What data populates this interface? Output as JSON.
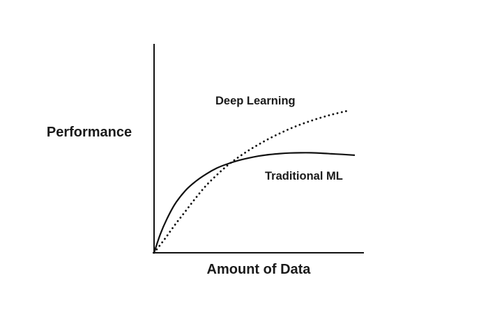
{
  "figure": {
    "background_color": "#ffffff",
    "line_color": "#111111",
    "text_color": "#1a1a1a"
  },
  "chart_data": {
    "type": "line",
    "title": "",
    "xlabel": "Amount of Data",
    "ylabel": "Performance",
    "x_range": [
      0,
      100
    ],
    "y_range": [
      0,
      100
    ],
    "grid": false,
    "tick_labels": "none (conceptual sketch, unlabeled axes)",
    "legend": "inline labels next to curves",
    "series": [
      {
        "name": "Deep Learning",
        "line_style": "dotted",
        "x": [
          0,
          5,
          10,
          15,
          20,
          25,
          30,
          35,
          40,
          45,
          50,
          55,
          60,
          65,
          70,
          75,
          80,
          85,
          92
        ],
        "y": [
          0,
          6.5,
          13.5,
          20,
          26.5,
          32.5,
          37.5,
          42,
          45.8,
          49.2,
          52.2,
          55,
          57.5,
          59.8,
          61.8,
          63.6,
          65.2,
          66.6,
          68.3
        ]
      },
      {
        "name": "Traditional ML",
        "line_style": "solid",
        "x": [
          0,
          3,
          6,
          10,
          15,
          20,
          25,
          30,
          35,
          40,
          45,
          50,
          55,
          60,
          65,
          70,
          75,
          80,
          85,
          90,
          96
        ],
        "y": [
          0,
          9,
          16,
          23.5,
          30,
          34.5,
          38,
          40.8,
          42.8,
          44.4,
          45.6,
          46.6,
          47.3,
          47.8,
          48.1,
          48.2,
          48.2,
          48.0,
          47.7,
          47.4,
          47.0
        ]
      }
    ]
  }
}
